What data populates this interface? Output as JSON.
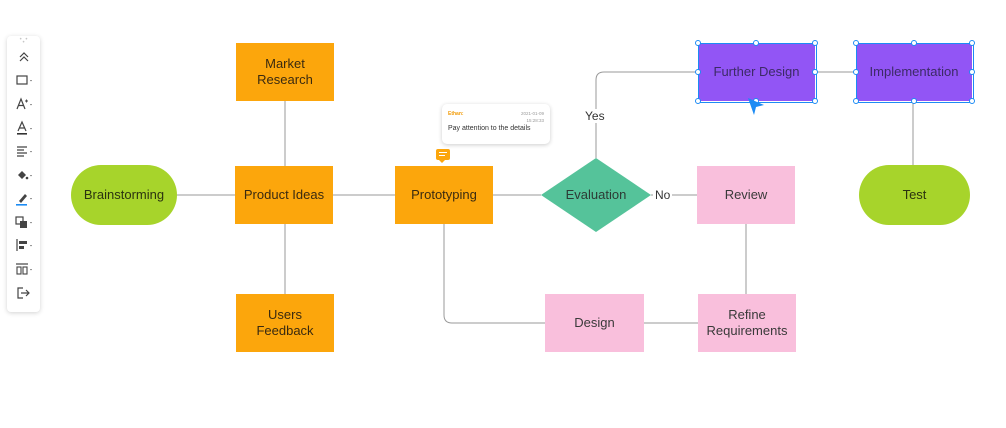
{
  "toolbar": {
    "tools": [
      {
        "name": "collapse",
        "icon": "double-chevron-up-icon"
      },
      {
        "name": "shape",
        "icon": "rectangle-icon"
      },
      {
        "name": "font-size",
        "icon": "font-size-icon"
      },
      {
        "name": "font-color",
        "icon": "font-color-icon"
      },
      {
        "name": "align",
        "icon": "text-align-icon"
      },
      {
        "name": "fill",
        "icon": "paint-bucket-icon"
      },
      {
        "name": "line-color",
        "icon": "pen-icon"
      },
      {
        "name": "arrange",
        "icon": "layers-icon"
      },
      {
        "name": "align-objects",
        "icon": "align-left-icon"
      },
      {
        "name": "distribute",
        "icon": "distribute-icon"
      },
      {
        "name": "exit",
        "icon": "exit-icon"
      }
    ]
  },
  "nodes": {
    "brainstorming": "Brainstorming",
    "market_research": "Market\nResearch",
    "product_ideas": "Product Ideas",
    "users_feedback": "Users\nFeedback",
    "prototyping": "Prototyping",
    "evaluation": "Evaluation",
    "further_design": "Further Design",
    "implementation": "Implementation",
    "test": "Test",
    "review": "Review",
    "refine_requirements": "Refine\nRequirements",
    "design": "Design"
  },
  "edge_labels": {
    "yes": "Yes",
    "no": "No"
  },
  "comment": {
    "author": "Ethan:",
    "date": "2021-01-09",
    "time": "15:28:33",
    "text": "Pay attention to the details"
  },
  "colors": {
    "orange": "#fca60c",
    "pink": "#f9bfdc",
    "green": "#a7d42b",
    "teal": "#55c39a",
    "purple": "#9255f5",
    "selection": "#1c8bf4",
    "connector": "#9a9a9a"
  }
}
